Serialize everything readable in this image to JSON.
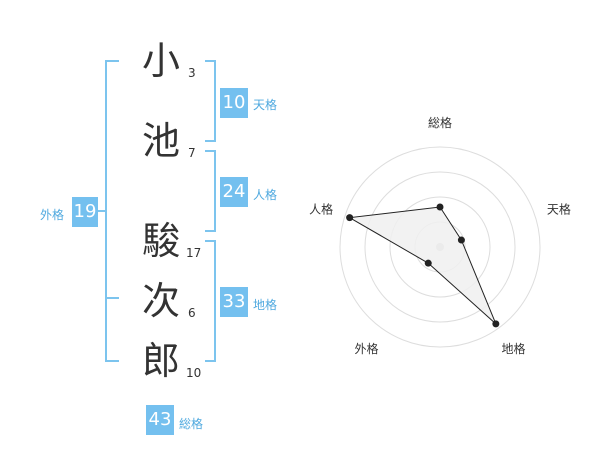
{
  "name_chars": [
    {
      "char": "小",
      "strokes": "3"
    },
    {
      "char": "池",
      "strokes": "7"
    },
    {
      "char": "駿",
      "strokes": "17"
    },
    {
      "char": "次",
      "strokes": "6"
    },
    {
      "char": "郎",
      "strokes": "10"
    }
  ],
  "fortune": {
    "tenkaku": {
      "value": "10",
      "label": "天格"
    },
    "jinkaku": {
      "value": "24",
      "label": "人格"
    },
    "chikaku": {
      "value": "33",
      "label": "地格"
    },
    "gaikaku": {
      "value": "19",
      "label": "外格"
    },
    "soukaku": {
      "value": "43",
      "label": "総格"
    }
  },
  "chart_data": {
    "type": "radar",
    "axes": [
      "総格",
      "天格",
      "地格",
      "外格",
      "人格"
    ],
    "values": [
      1.6,
      0.9,
      3.8,
      0.8,
      3.8
    ],
    "max": 4,
    "rings": 4,
    "fill_color": "#f0f0f0",
    "line_color": "#222222",
    "ring_color": "#dddddd"
  },
  "colors": {
    "accent": "#74c0ef",
    "label": "#4fa9df",
    "text": "#333333"
  }
}
